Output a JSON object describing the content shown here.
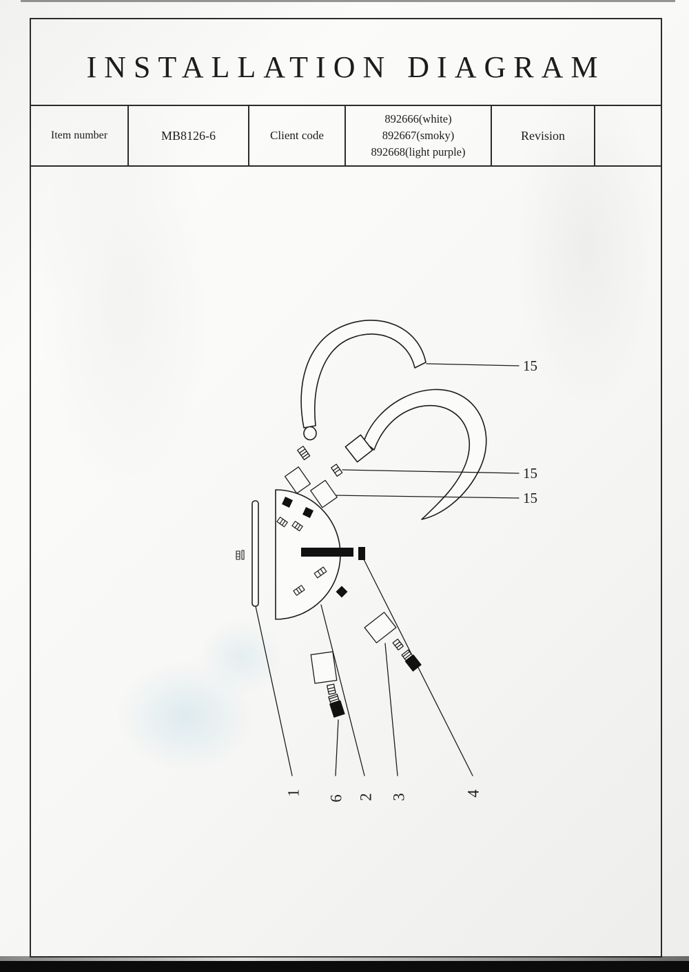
{
  "page": {
    "title": "INSTALLATION DIAGRAM"
  },
  "table": {
    "item_number_label": "Item number",
    "item_number_value": "MB8126-6",
    "client_code_label": "Client code",
    "client_codes": [
      "892666(white)",
      "892667(smoky)",
      "892668(light purple)"
    ],
    "revision_label": "Revision",
    "revision_value": ""
  },
  "diagram": {
    "callouts": [
      "15",
      "15",
      "15",
      "1",
      "6",
      "2",
      "3",
      "4"
    ]
  },
  "colors": {
    "ink": "#1c1c1c",
    "paper": "#f7f7f5"
  }
}
